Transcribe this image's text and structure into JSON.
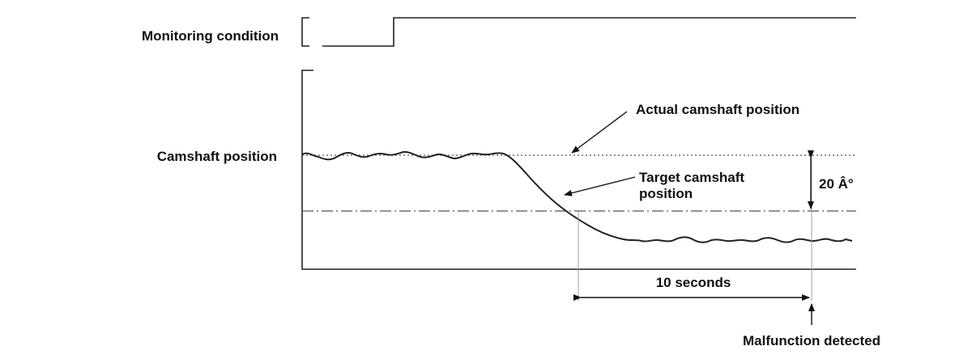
{
  "labels": {
    "monitoring_condition": "Monitoring condition",
    "camshaft_position": "Camshaft position",
    "actual_camshaft_position": "Actual camshaft position",
    "target_camshaft_position_line1": "Target camshaft",
    "target_camshaft_position_line2": "position",
    "degrees": "20 Â°",
    "duration": "10 seconds",
    "malfunction_detected": "Malfunction detected"
  }
}
